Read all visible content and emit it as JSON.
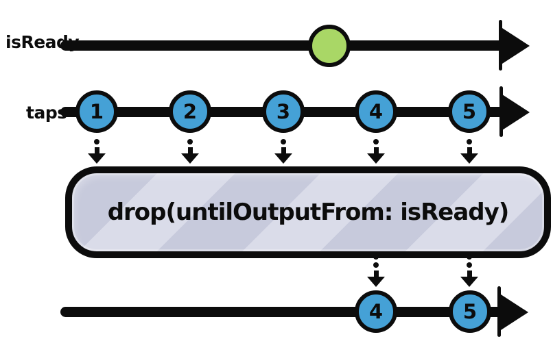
{
  "colors": {
    "ink": "#0c0c0c",
    "marble_blue": "#45a1d6",
    "marble_green": "#a9d766",
    "box_fill": "#c7cadc",
    "box_stripe": "#dadce9"
  },
  "timelines": {
    "isReady": {
      "label": "isReady",
      "marbles": [
        {
          "label": "",
          "color": "green"
        }
      ]
    },
    "taps": {
      "label": "taps",
      "marbles": [
        {
          "label": "1"
        },
        {
          "label": "2"
        },
        {
          "label": "3"
        },
        {
          "label": "4"
        },
        {
          "label": "5"
        }
      ]
    },
    "output": {
      "marbles": [
        {
          "label": "4"
        },
        {
          "label": "5"
        }
      ]
    }
  },
  "operator_box": {
    "label": "drop(untilOutputFrom: isReady)"
  }
}
